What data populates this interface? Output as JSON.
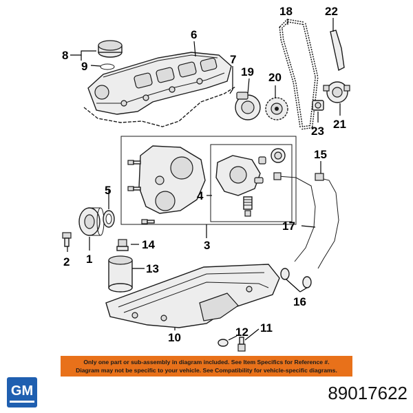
{
  "callouts": {
    "c1": "1",
    "c2": "2",
    "c3": "3",
    "c4": "4",
    "c5": "5",
    "c6": "6",
    "c7": "7",
    "c8": "8",
    "c9": "9",
    "c10": "10",
    "c11": "11",
    "c12": "12",
    "c13": "13",
    "c14": "14",
    "c15": "15",
    "c16": "16",
    "c17": "17",
    "c18": "18",
    "c19": "19",
    "c20": "20",
    "c21": "21",
    "c22": "22",
    "c23": "23"
  },
  "notice": {
    "line1": "Only one part or sub-assembly in diagram included. See Item Specifics for Reference #.",
    "line2": "Diagram may not be specific to your vehicle. See Compatibility for vehicle-specific diagrams.",
    "color": "#e8711a"
  },
  "brand": {
    "logo_text": "GM",
    "color": "#1f5fb0"
  },
  "part_number": "89017622"
}
